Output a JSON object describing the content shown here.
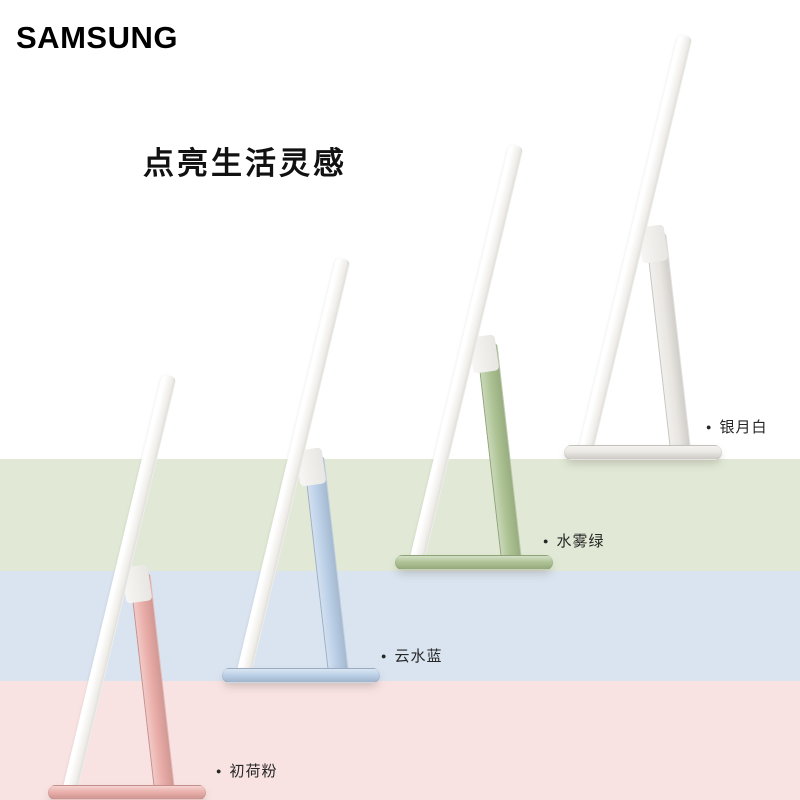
{
  "brand": {
    "logo": "SAMSUNG"
  },
  "headline": "点亮生活灵感",
  "ui": {
    "bullet_icon": "●"
  },
  "products": [
    {
      "name": "银月白",
      "color": "#e9e6e1"
    },
    {
      "name": "水雾绿",
      "color": "#a9c08e"
    },
    {
      "name": "云水蓝",
      "color": "#b7cde6"
    },
    {
      "name": "初荷粉",
      "color": "#e9a9a4"
    }
  ],
  "bands": {
    "green": "#e1e9d6",
    "blue": "#d9e4f0",
    "pink": "#f8e3e2"
  }
}
